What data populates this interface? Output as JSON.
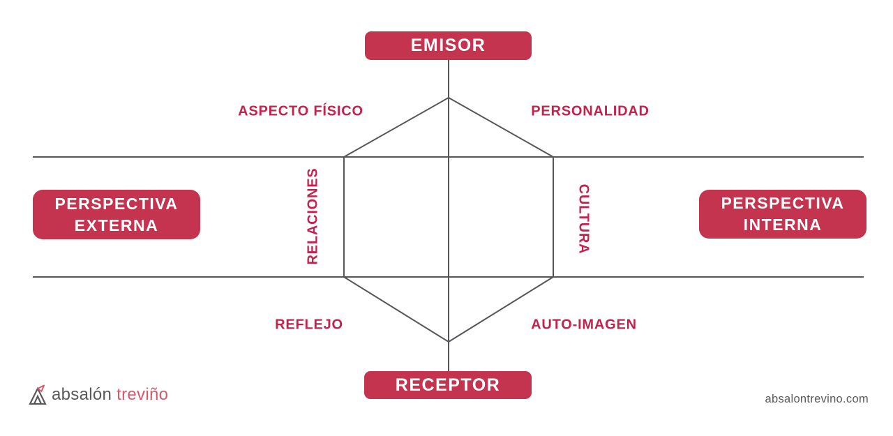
{
  "colors": {
    "accent": "#C5344F",
    "label_text": "#C2234D",
    "line": "#55555A",
    "logo_gray": "#58595B",
    "logo_red": "#D8596B"
  },
  "nodes": {
    "emisor": "EMISOR",
    "receptor": "RECEPTOR",
    "perspectiva_externa": {
      "line1": "PERSPECTIVA",
      "line2": "EXTERNA"
    },
    "perspectiva_interna": {
      "line1": "PERSPECTIVA",
      "line2": "INTERNA"
    }
  },
  "labels": {
    "aspecto_fisico": "ASPECTO FÍSICO",
    "personalidad": "PERSONALIDAD",
    "relaciones": "RELACIONES",
    "cultura": "CULTURA",
    "reflejo": "REFLEJO",
    "auto_imagen": "AUTO-IMAGEN"
  },
  "footer": {
    "logo_name": "absalón",
    "logo_surname": "treviño",
    "website": "absalontrevino.com"
  }
}
